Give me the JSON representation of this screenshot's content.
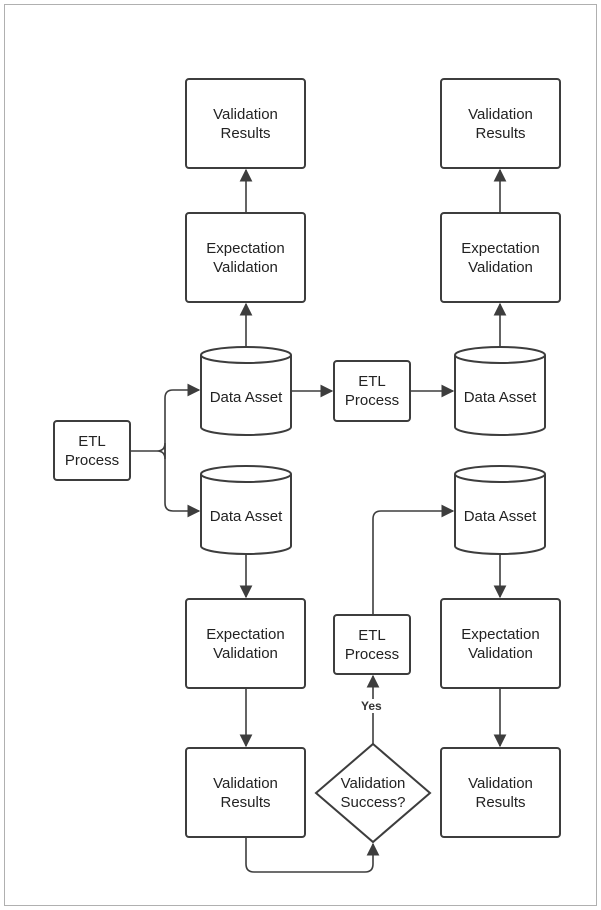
{
  "nodes": {
    "results_top_left": [
      "Validation",
      "Results"
    ],
    "expect_top_left": [
      "Expectation",
      "Validation"
    ],
    "results_top_right": [
      "Validation",
      "Results"
    ],
    "expect_top_right": [
      "Expectation",
      "Validation"
    ],
    "asset_upper_left": [
      "Data Asset"
    ],
    "asset_upper_right": [
      "Data Asset"
    ],
    "etl_middle": [
      "ETL",
      "Process"
    ],
    "etl_left": [
      "ETL",
      "Process"
    ],
    "asset_lower_left": [
      "Data Asset"
    ],
    "asset_lower_right": [
      "Data Asset"
    ],
    "expect_bottom_left": [
      "Expectation",
      "Validation"
    ],
    "etl_bottom": [
      "ETL",
      "Process"
    ],
    "expect_bottom_right": [
      "Expectation",
      "Validation"
    ],
    "results_bottom_left": [
      "Validation",
      "Results"
    ],
    "decision": [
      "Validation",
      "Success?"
    ],
    "results_bottom_right": [
      "Validation",
      "Results"
    ]
  },
  "edge_labels": {
    "yes": "Yes"
  },
  "colors": {
    "stroke": "#3d3d3d",
    "fill": "#ffffff",
    "frame": "#b0b0b0",
    "text": "#222222"
  }
}
